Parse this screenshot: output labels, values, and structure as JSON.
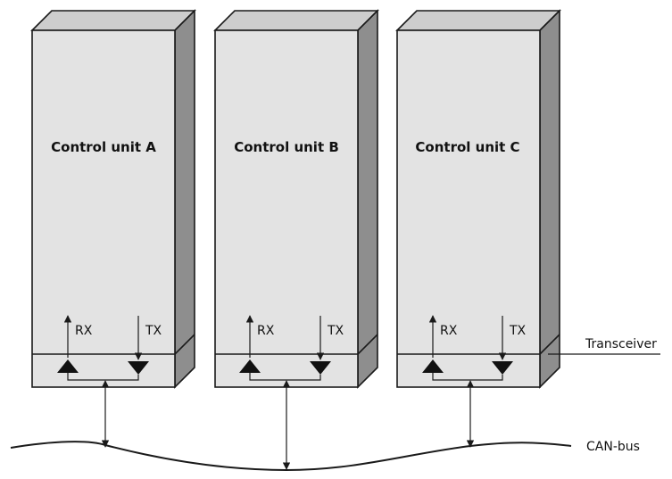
{
  "diagram": {
    "units": [
      {
        "id": "a",
        "title": "Control unit A",
        "rx_label": "RX",
        "tx_label": "TX"
      },
      {
        "id": "b",
        "title": "Control unit B",
        "rx_label": "RX",
        "tx_label": "TX"
      },
      {
        "id": "c",
        "title": "Control unit C",
        "rx_label": "RX",
        "tx_label": "TX"
      }
    ],
    "transceiver_label": "Transceiver",
    "bus_label": "CAN-bus"
  },
  "colors": {
    "box_front": "#e3e3e3",
    "box_top": "#cdcdcd",
    "box_side": "#8e8e8e",
    "outline": "#1a1a1a"
  }
}
